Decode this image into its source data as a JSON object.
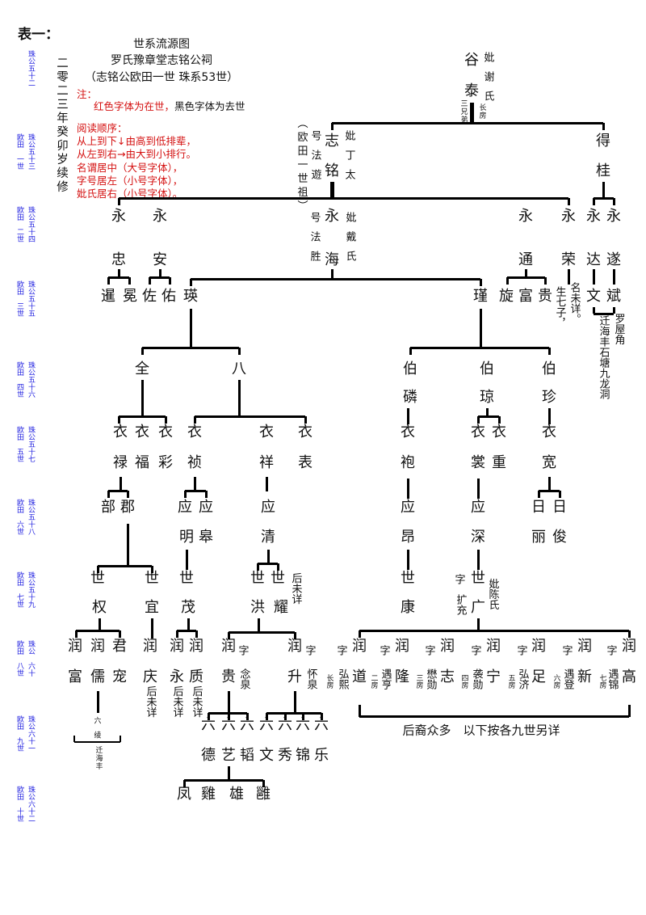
{
  "header": {
    "table_label": "表一：",
    "title": "世系流源图",
    "subtitle": "罗氏豫章堂志铭公祠",
    "subtitle2": "（志铭公欧田一世  珠系53世）",
    "revision": "二零二三年癸卯岁续修"
  },
  "notes": {
    "note_label": "注：",
    "alive": "红色字体为在世，",
    "dead": "黑色字体为去世",
    "reading_label": "阅读顺序：",
    "reading": [
      "从上到下↓由高到低排辈，",
      "从左到右→由大到小排行。",
      "名谓居中（大号字体），",
      "字号居左（小号字体），",
      "妣氏居右（小号字体）。"
    ]
  },
  "generations": [
    {
      "zhu": "珠公五十二",
      "ou": ""
    },
    {
      "zhu": "珠公五十三",
      "ou": "欧田　一世"
    },
    {
      "zhu": "珠公五十四",
      "ou": "欧田　二世"
    },
    {
      "zhu": "珠公五十五",
      "ou": "欧田　三世"
    },
    {
      "zhu": "珠公五十六",
      "ou": "欧田　四世"
    },
    {
      "zhu": "珠公五十七",
      "ou": "欧田　五世"
    },
    {
      "zhu": "珠公五十八",
      "ou": "欧田　六世"
    },
    {
      "zhu": "珠公五十九",
      "ou": "欧田　七世"
    },
    {
      "zhu": "珠公　六十",
      "ou": "欧田　八世"
    },
    {
      "zhu": "珠公六十一",
      "ou": "欧田　九世"
    },
    {
      "zhu": "珠公六十二",
      "ou": "欧田　十世"
    }
  ],
  "tree": {
    "g52": {
      "name": [
        "谷",
        "泰"
      ],
      "spouse": "妣谢氏",
      "note_left": "三兄弟",
      "note_right": "长房"
    },
    "g53": {
      "zhiming": [
        "志",
        "铭"
      ],
      "hao": "号法遊",
      "spouse": "妣丁太",
      "note": "（欧田一世祖）",
      "degui": [
        "得",
        "桂"
      ]
    },
    "g54": {
      "first": [
        "永",
        "永",
        "永",
        "永",
        "永",
        "永",
        "永"
      ],
      "hai": "海",
      "hao": "号法胜",
      "spouse": "妣戴氏",
      "second": [
        "忠",
        "安",
        "通",
        "荣",
        "达",
        "遂"
      ]
    },
    "g55": {
      "names": [
        "暹",
        "冕",
        "佐",
        "佑",
        "瑛",
        "瑾",
        "旋",
        "富",
        "贵",
        "文",
        "斌"
      ],
      "note_rong": [
        "生七子，",
        "名未详。"
      ],
      "note_wenbin": [
        "迁海丰石塘九龙洞",
        "罗屋角"
      ]
    },
    "g56": {
      "first": [
        "全",
        "八",
        "伯",
        "伯",
        "伯"
      ],
      "second": [
        "磷",
        "琼",
        "珍"
      ]
    },
    "g57": {
      "first": [
        "衣",
        "衣",
        "衣",
        "衣",
        "衣",
        "衣",
        "衣",
        "衣",
        "衣",
        "衣"
      ],
      "second": [
        "禄",
        "福",
        "彩",
        "祯",
        "祥",
        "表",
        "袍",
        "裳",
        "重",
        "宽"
      ]
    },
    "g58": {
      "first": [
        "部",
        "郡",
        "应",
        "应",
        "应",
        "应",
        "应",
        "日",
        "日"
      ],
      "second": [
        "明",
        "皋",
        "清",
        "昂",
        "深",
        "丽",
        "俊"
      ]
    },
    "g59": {
      "first": [
        "世",
        "世",
        "世",
        "世",
        "世",
        "世",
        "世"
      ],
      "second": [
        "权",
        "宜",
        "茂",
        "洪",
        "耀",
        "康",
        "广"
      ],
      "note": "后未详",
      "zi_label": "字",
      "zi": "扩充",
      "spouse": "妣陈氏"
    },
    "g60": {
      "first": [
        "润",
        "润",
        "君",
        "润",
        "润",
        "润",
        "润",
        "润",
        "润",
        "润",
        "润",
        "润",
        "润",
        "润",
        "润"
      ],
      "second": [
        "富",
        "儒",
        "宠",
        "庆",
        "永",
        "质",
        "贵",
        "升",
        "道",
        "隆",
        "志",
        "宁",
        "足",
        "新",
        "高"
      ],
      "zi_label": "字",
      "courtesy": [
        "念泉",
        "怀泉",
        "弘熙",
        "遇亨",
        "懋勋",
        "袭勋",
        "弘济",
        "遇登",
        "遇锦"
      ],
      "branches": [
        "长房",
        "二房",
        "三房",
        "四房",
        "五房",
        "六房",
        "七房"
      ],
      "unknown": "后未详"
    },
    "g61": {
      "first": [
        "六",
        "六",
        "六",
        "六",
        "六",
        "六",
        "六"
      ],
      "second": [
        "德",
        "艺",
        "韬",
        "文",
        "秀",
        "锦",
        "乐"
      ],
      "ru_note": [
        "六",
        "绫"
      ],
      "ru_migration": "迁海丰"
    },
    "g62": {
      "names": [
        "凤",
        "雞",
        "雄",
        "雝"
      ]
    },
    "footer": "后裔众多　以下按各九世另详"
  }
}
